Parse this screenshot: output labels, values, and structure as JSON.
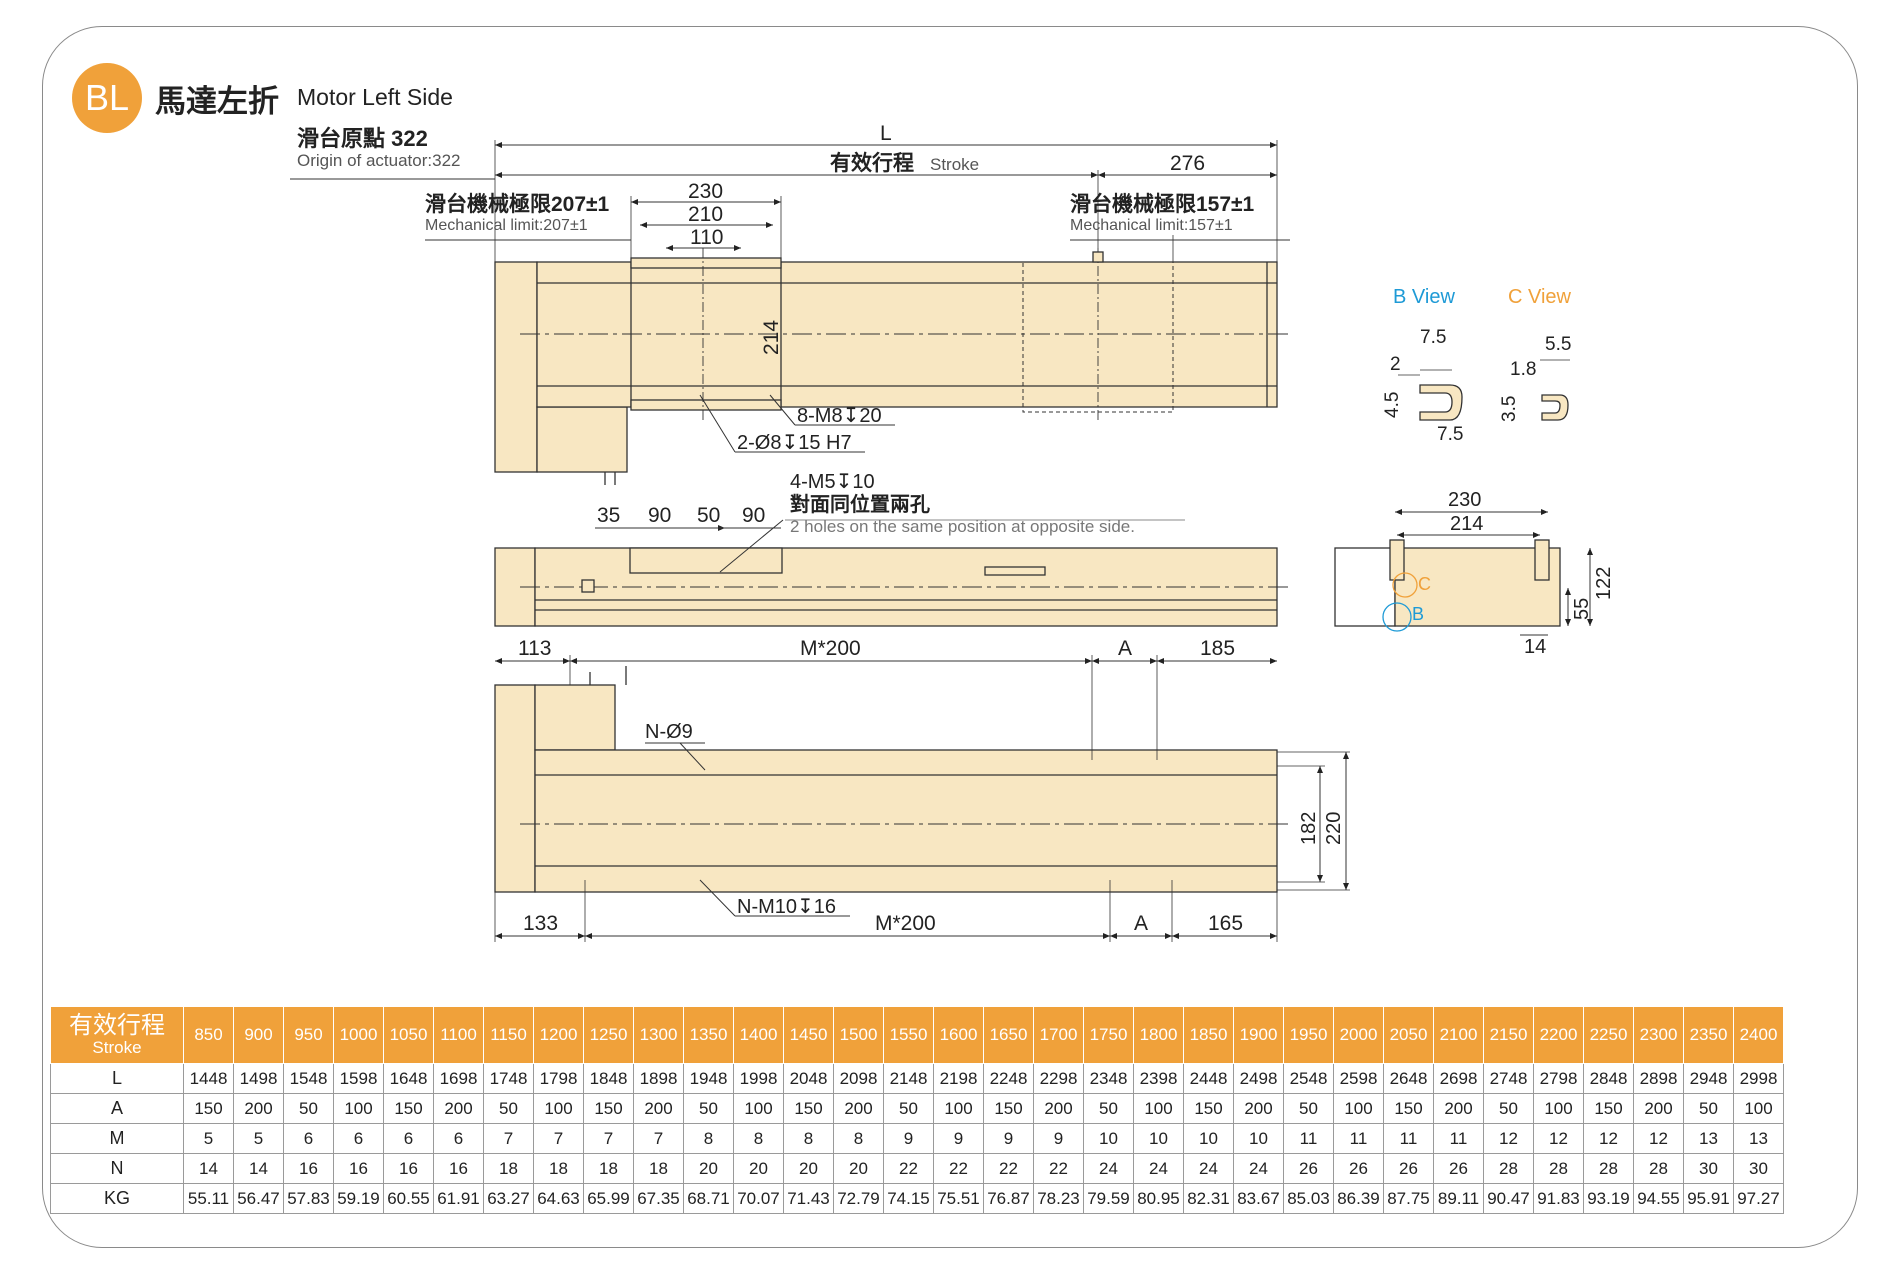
{
  "header": {
    "badge": "BL",
    "title_zh": "馬達左折",
    "title_en": "Motor Left Side"
  },
  "top_view": {
    "origin_zh": "滑台原點 322",
    "origin_en": "Origin of actuator:322",
    "L": "L",
    "stroke_zh": "有效行程",
    "stroke_en": "Stroke",
    "dim_276": "276",
    "mech_left_zh": "滑台機械極限207±1",
    "mech_left_en": "Mechanical limit:207±1",
    "mech_right_zh": "滑台機械極限157±1",
    "mech_right_en": "Mechanical limit:157±1",
    "dim_230": "230",
    "dim_210": "210",
    "dim_110": "110",
    "dim_214": "214",
    "callout_m8": "8-M8↧20",
    "callout_pin": "2-Ø8↧15 H7"
  },
  "side_view": {
    "callout_m5": "4-M5↧10",
    "callout_zh": "對面同位置兩孔",
    "callout_en": "2 holes on the same position at opposite side.",
    "dim_35": "35",
    "dim_90a": "90",
    "dim_50": "50",
    "dim_90b": "90"
  },
  "bottom_view": {
    "dim_113": "113",
    "dim_m200_top": "M*200",
    "dim_a_top": "A",
    "dim_185": "185",
    "callout_n9": "N-Ø9",
    "dim_182": "182",
    "dim_220": "220",
    "callout_m10": "N-M10↧16",
    "dim_133": "133",
    "dim_m200_bottom": "M*200",
    "dim_a_bottom": "A",
    "dim_165": "165"
  },
  "details": {
    "b_view": "B View",
    "c_view": "C View",
    "b_75a": "7.5",
    "b_2": "2",
    "b_45": "4.5",
    "b_75b": "7.5",
    "c_55": "5.5",
    "c_18": "1.8",
    "c_35": "3.5",
    "end_230": "230",
    "end_214": "214",
    "end_122": "122",
    "end_55": "55",
    "end_14": "14",
    "label_c": "C",
    "label_b": "B"
  },
  "colors": {
    "accent": "#f0a13a",
    "body": "#f8e7c2",
    "b_view": "#1e9ad6",
    "c_view": "#f0a13a"
  },
  "table": {
    "header_zh": "有效行程",
    "header_en": "Stroke",
    "strokes": [
      "850",
      "900",
      "950",
      "1000",
      "1050",
      "1100",
      "1150",
      "1200",
      "1250",
      "1300",
      "1350",
      "1400",
      "1450",
      "1500",
      "1550",
      "1600",
      "1650",
      "1700",
      "1750",
      "1800",
      "1850",
      "1900",
      "1950",
      "2000",
      "2050",
      "2100",
      "2150",
      "2200",
      "2250",
      "2300",
      "2350",
      "2400"
    ],
    "rows": [
      {
        "label": "L",
        "values": [
          "1448",
          "1498",
          "1548",
          "1598",
          "1648",
          "1698",
          "1748",
          "1798",
          "1848",
          "1898",
          "1948",
          "1998",
          "2048",
          "2098",
          "2148",
          "2198",
          "2248",
          "2298",
          "2348",
          "2398",
          "2448",
          "2498",
          "2548",
          "2598",
          "2648",
          "2698",
          "2748",
          "2798",
          "2848",
          "2898",
          "2948",
          "2998"
        ]
      },
      {
        "label": "A",
        "values": [
          "150",
          "200",
          "50",
          "100",
          "150",
          "200",
          "50",
          "100",
          "150",
          "200",
          "50",
          "100",
          "150",
          "200",
          "50",
          "100",
          "150",
          "200",
          "50",
          "100",
          "150",
          "200",
          "50",
          "100",
          "150",
          "200",
          "50",
          "100",
          "150",
          "200",
          "50",
          "100"
        ]
      },
      {
        "label": "M",
        "values": [
          "5",
          "5",
          "6",
          "6",
          "6",
          "6",
          "7",
          "7",
          "7",
          "7",
          "8",
          "8",
          "8",
          "8",
          "9",
          "9",
          "9",
          "9",
          "10",
          "10",
          "10",
          "10",
          "11",
          "11",
          "11",
          "11",
          "12",
          "12",
          "12",
          "12",
          "13",
          "13"
        ]
      },
      {
        "label": "N",
        "values": [
          "14",
          "14",
          "16",
          "16",
          "16",
          "16",
          "18",
          "18",
          "18",
          "18",
          "20",
          "20",
          "20",
          "20",
          "22",
          "22",
          "22",
          "22",
          "24",
          "24",
          "24",
          "24",
          "26",
          "26",
          "26",
          "26",
          "28",
          "28",
          "28",
          "28",
          "30",
          "30"
        ]
      },
      {
        "label": "KG",
        "values": [
          "55.11",
          "56.47",
          "57.83",
          "59.19",
          "60.55",
          "61.91",
          "63.27",
          "64.63",
          "65.99",
          "67.35",
          "68.71",
          "70.07",
          "71.43",
          "72.79",
          "74.15",
          "75.51",
          "76.87",
          "78.23",
          "79.59",
          "80.95",
          "82.31",
          "83.67",
          "85.03",
          "86.39",
          "87.75",
          "89.11",
          "90.47",
          "91.83",
          "93.19",
          "94.55",
          "95.91",
          "97.27"
        ]
      }
    ]
  }
}
